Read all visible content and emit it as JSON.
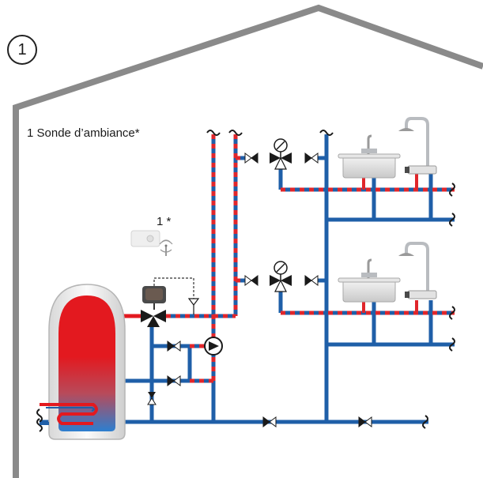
{
  "diagram": {
    "number": "1",
    "sensor_caption": "1 Sonde d’ambiance*",
    "sensor_number": "1 *"
  },
  "colors": {
    "house_outline": "#8a8a8a",
    "cold_pipe": "#1f5fa8",
    "hot_pipe_red": "#e0262b",
    "tank_hot": "#e3191f",
    "tank_cold": "#2c7fd0",
    "basin": "#d9d9d9",
    "fixture_metal": "#b9bcc0"
  },
  "icons": [
    "three-way-mixing-valve-icon",
    "circulation-pump-icon",
    "check-valve-icon",
    "gate-valve-icon",
    "wireless-sensor-icon",
    "actuator-icon",
    "tank-icon",
    "heat-exchanger-coil-icon",
    "wash-basin-icon",
    "shower-icon",
    "pipe-break-icon"
  ]
}
